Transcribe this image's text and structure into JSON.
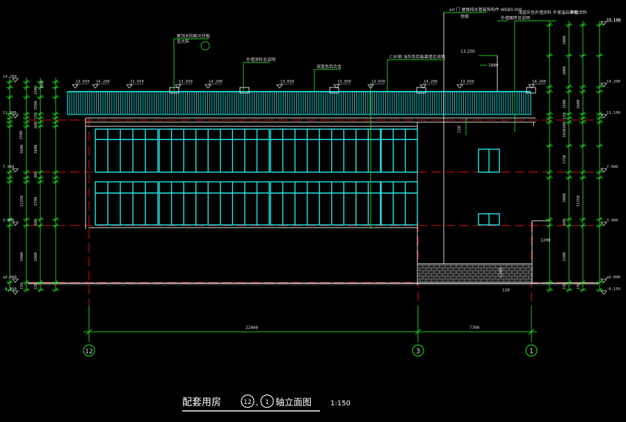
{
  "drawing": {
    "title": "配套用房",
    "axis_ref_a": "12",
    "axis_ref_sep": "、",
    "axis_ref_b": "1",
    "view_name": "轴立面图",
    "scale": "1:150"
  },
  "axes": {
    "left": "12",
    "mid": "3",
    "right": "1"
  },
  "dimensions": {
    "span_left": "22400",
    "span_right": "7700",
    "step_1200": "1200",
    "ground_1200": "1200",
    "mid_1800": "1800",
    "mid_120": "120",
    "base_120": "120"
  },
  "levels": {
    "left": [
      "14.200",
      "11.100",
      "7.500",
      "3.900",
      "±0.000",
      "-0.150"
    ],
    "right": [
      "15.100",
      "14.200",
      "11.100",
      "7.500",
      "3.900",
      "±0.000",
      "-0.150"
    ],
    "top_parapet": [
      "13.650",
      "14.200",
      "13.650",
      "13.650",
      "14.200",
      "13.650",
      "13.850",
      "13.650",
      "14.200",
      "13.650",
      "14.200"
    ]
  },
  "left_dims": [
    "250",
    "2500",
    "1500",
    "150",
    "600",
    "3600",
    "1500",
    "400",
    "2700",
    "600",
    "3900",
    "150",
    "150"
  ],
  "right_dims": [
    "1000",
    "1000",
    "1500",
    "150",
    "600",
    "1650",
    "1750",
    "2800",
    "600",
    "3300",
    "150",
    "150"
  ],
  "left_totals": [
    "3600",
    "11250",
    "3900"
  ],
  "right_totals": [
    "3600",
    "11250"
  ],
  "notes": {
    "n1": "屋顶太阳能光伏板",
    "n1b": "见大样",
    "n2": "外墙涂料见说明",
    "n3": "深蓝色铝合金",
    "n4": "C30钢 浅灰色铝板幕墙见说明",
    "n5": "13.200",
    "n6": "±0 门 屋面排水管装饰构件 WEB0.000",
    "n6b": "参照",
    "n7": "外墙面砖见说明",
    "n8": "浅蓝灰色外墙涂料 外保温岩棉板",
    "n9": "外墙涂料",
    "n10": "15.100"
  }
}
